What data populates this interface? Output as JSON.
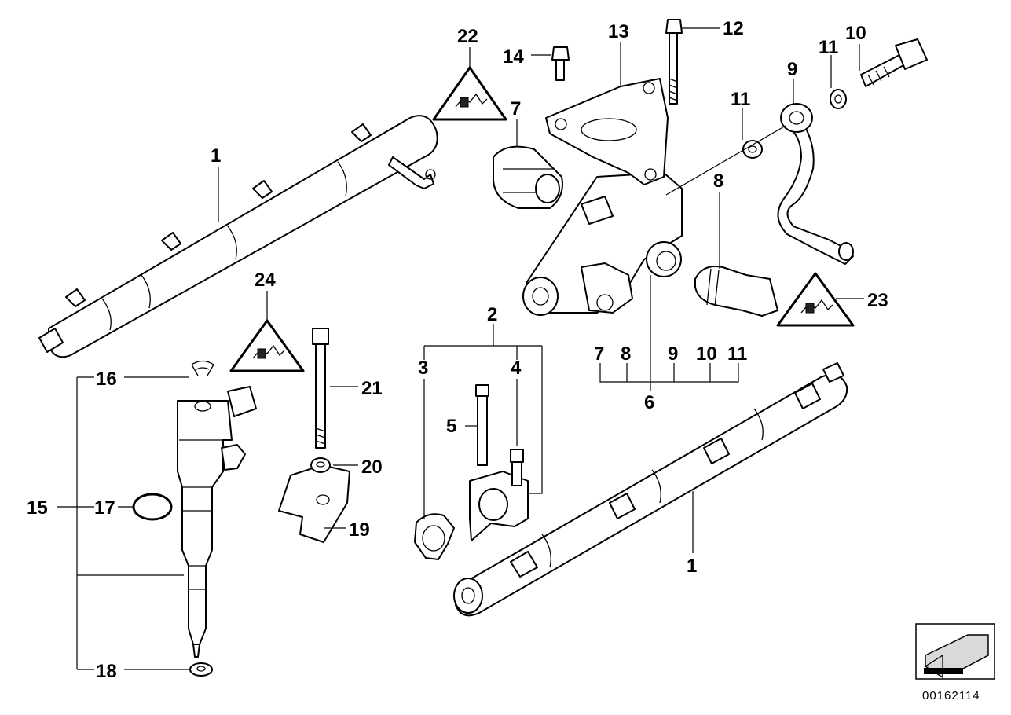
{
  "diagram": {
    "callouts": {
      "c1a": "1",
      "c1b": "1",
      "c2": "2",
      "c3": "3",
      "c4": "4",
      "c5": "5",
      "c6": "6",
      "c7a": "7",
      "c7b": "7",
      "c8a": "8",
      "c8b": "8",
      "c9a": "9",
      "c9b": "9",
      "c10a": "10",
      "c10b": "10",
      "c11a": "11",
      "c11b": "11",
      "c11c": "11",
      "c12": "12",
      "c13": "13",
      "c14": "14",
      "c15": "15",
      "c16": "16",
      "c17": "17",
      "c18": "18",
      "c19": "19",
      "c20": "20",
      "c21": "21",
      "c22": "22",
      "c23": "23",
      "c24": "24"
    },
    "catalog_number": "00162114",
    "warning_icon": "static-electricity-warning-icon",
    "navigation_icon": "direction-arrow-icon",
    "colors": {
      "line": "#000000",
      "background": "#ffffff"
    }
  }
}
